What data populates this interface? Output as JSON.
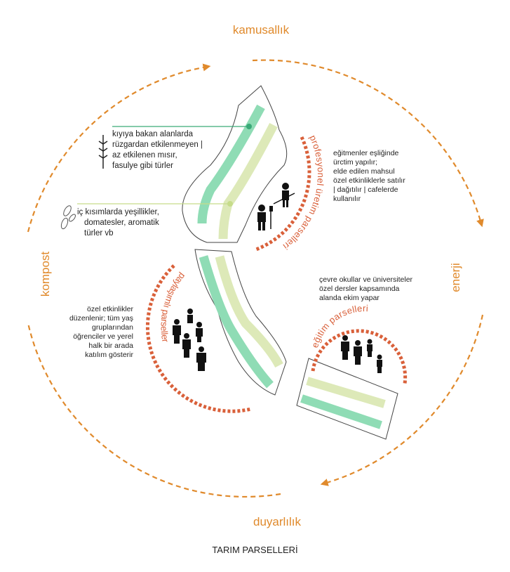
{
  "colors": {
    "cycle": "#e08a2c",
    "zone": "#d9603a",
    "dark_green": "#8fdcb5",
    "light_green": "#dde9b8",
    "teal_line": "#3aaa78",
    "lime_line": "#c6dc8a"
  },
  "cycle_labels": {
    "top": "kamusallık",
    "right": "enerji",
    "bottom": "duyarlılık",
    "left": "kompost"
  },
  "zones": {
    "professional": "profesyonel üretim parselleri",
    "shared": "paylaşımlı parseller",
    "education": "eğitim parselleri"
  },
  "notes": {
    "shore": [
      "kıyıya bakan alanlarda",
      "rüzgardan etkilenmeyen |",
      "az etkilenen mısır,",
      "fasulye gibi türler"
    ],
    "inner": [
      "iç kısımlarda yeşillikler,",
      "domatesler, aromatik",
      "türler vb"
    ],
    "professional": [
      "eğitmenler eşliğinde",
      "ürctim yapılır;",
      "elde edilen mahsul",
      "özel etkinliklerle satılır",
      "| dağıtılır | cafelerde",
      "kullanılır"
    ],
    "shared": [
      "özel etkinlikler",
      "düzenlenir; tüm yaş",
      "gruplarından",
      "öğrenciler ve yerel",
      "halk bir arada",
      "katılım gösterir"
    ],
    "education": [
      "çevre okullar ve üniversiteler",
      "özel dersler kapsamında",
      "alanda ekim yapar"
    ]
  },
  "title": "TARIM PARSELLERİ"
}
